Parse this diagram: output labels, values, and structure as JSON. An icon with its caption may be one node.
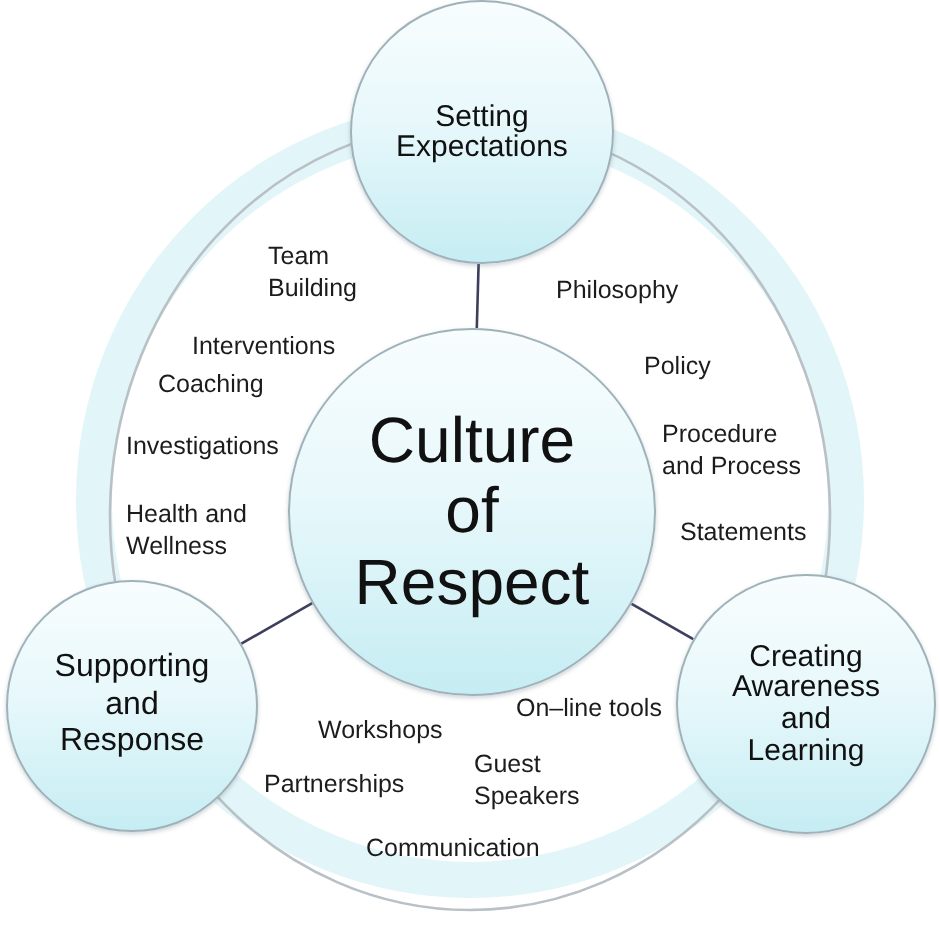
{
  "diagram": {
    "nodes": [
      {
        "text": [
          "Setting Expectations"
        ]
      },
      {
        "text": [
          "Culture of Respect"
        ]
      },
      {
        "text": [
          "Supporting and Response"
        ]
      },
      {
        "text": [
          "Creating Awareness and Learning"
        ]
      }
    ],
    "edges": [
      {
        "from": 0,
        "to": 1,
        "arrow": "none"
      },
      {
        "from": 1,
        "to": 2,
        "arrow": "none"
      },
      {
        "from": 1,
        "to": 3,
        "arrow": "none"
      }
    ],
    "labels": [
      "Team Building",
      "Philosophy",
      "Interventions",
      "Policy",
      "Coaching",
      "Procedure and Process",
      "Investigations",
      "Health and Wellness",
      "Statements",
      "On–line tools",
      "Workshops",
      "Guest Speakers",
      "Partnerships",
      "Communication"
    ]
  }
}
